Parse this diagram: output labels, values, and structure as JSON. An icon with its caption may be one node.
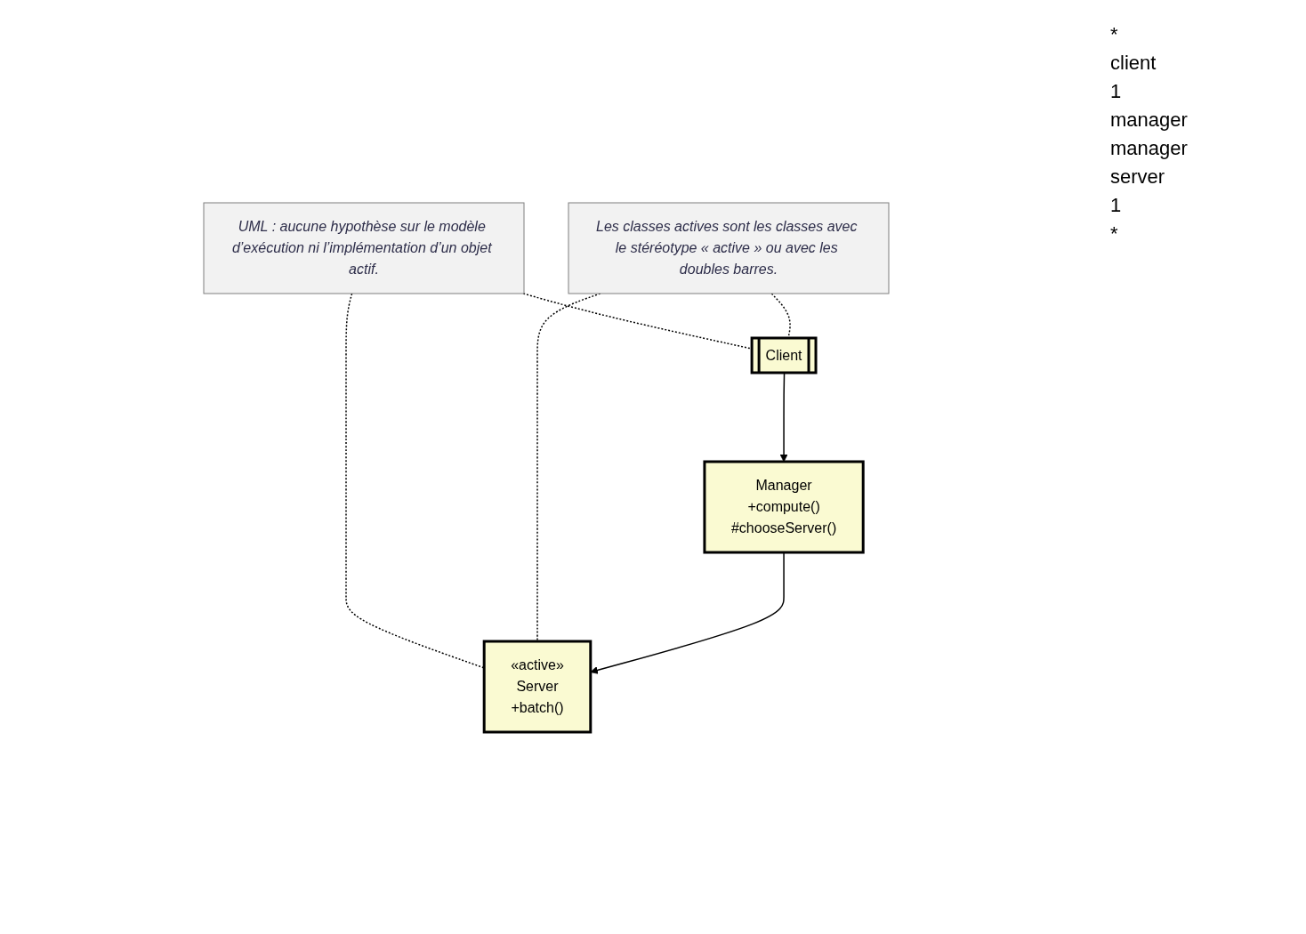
{
  "diagram": {
    "nodes": [
      {
        "text": [
          "UML : aucune hypothèse sur le modèle d’exécution ni l’implémentation d’un objet actif."
        ]
      },
      {
        "text": [
          "Client"
        ]
      },
      {
        "text": [
          "Les classes actives sont les classes avec le stéréotype « active » ou avec les doubles barres."
        ]
      },
      {
        "text": [
          "Manager",
          "+compute()",
          "#chooseServer()"
        ]
      },
      {
        "text": [
          "«active»",
          "Server",
          "+batch()"
        ]
      }
    ],
    "edges": [
      {
        "from": 0,
        "to": 1,
        "arrow": "none",
        "style": "dashed"
      },
      {
        "from": 2,
        "to": 1,
        "arrow": "none",
        "style": "dashed"
      },
      {
        "from": 0,
        "to": 4,
        "arrow": "none",
        "style": "dashed"
      },
      {
        "from": 2,
        "to": 4,
        "arrow": "none",
        "style": "dashed"
      },
      {
        "from": 1,
        "to": 3,
        "arrow": "to"
      },
      {
        "from": 3,
        "to": 4,
        "arrow": "to"
      }
    ],
    "labels": [
      "*",
      "client",
      "1",
      "manager",
      "manager",
      "server",
      "1",
      "*"
    ]
  }
}
